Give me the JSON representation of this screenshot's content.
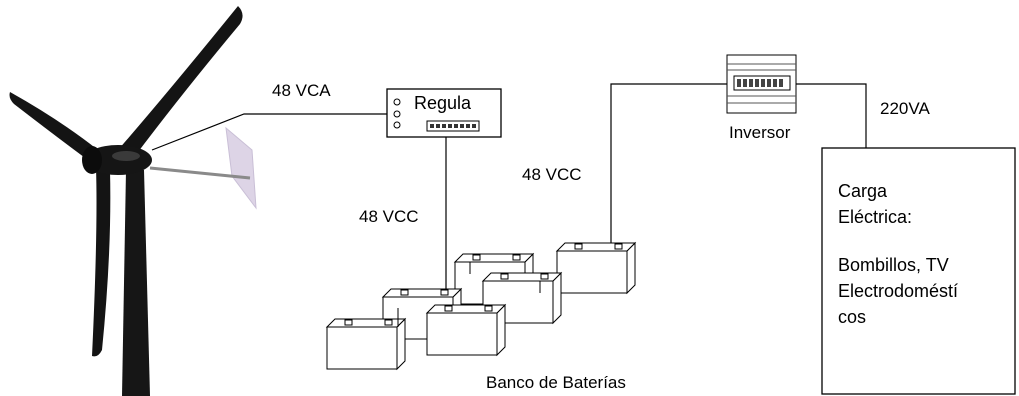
{
  "labels": {
    "vca": "48 VCA",
    "regulator": "Regula",
    "vcc_left": "48 VCC",
    "vcc_right": "48 VCC",
    "inverter": "Inversor",
    "ac_out": "220VA",
    "battery_bank": "Banco de Baterías"
  },
  "load": {
    "line1": "Carga",
    "line2": "Eléctrica:",
    "line3": "Bombillos, TV",
    "line4": "Electrodoméstí",
    "line5": "cos"
  },
  "colors": {
    "line": "#000000",
    "turbine": "#141414",
    "tail": "#d8cfe0"
  },
  "icons": [
    "wind-turbine-icon",
    "battery-icon",
    "inverter-icon",
    "regulator-icon"
  ]
}
